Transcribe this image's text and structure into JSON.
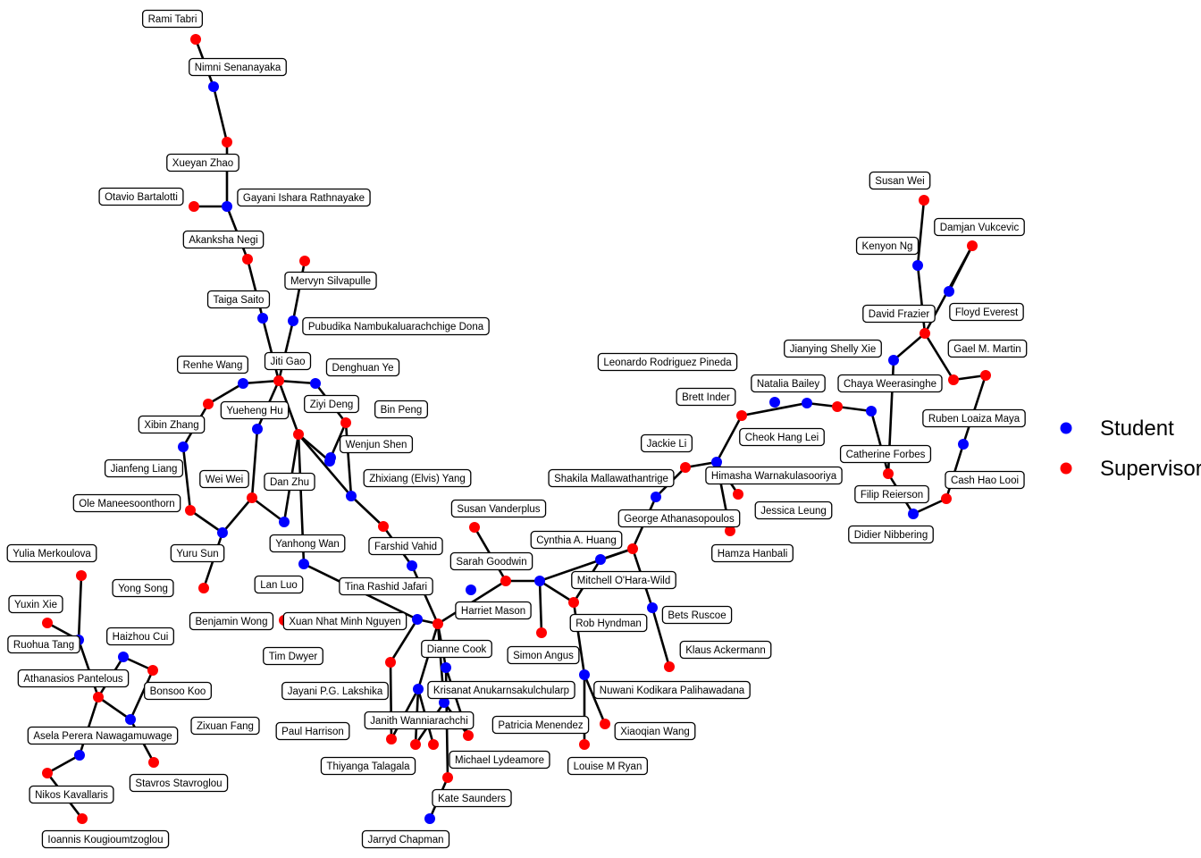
{
  "legend": {
    "student_label": "Student",
    "supervisor_label": "Supervisor",
    "colors": {
      "student": "#0000ff",
      "supervisor": "#ff0000"
    }
  },
  "nodes": [
    {
      "id": "rami",
      "name": "Rami Tabri",
      "role": "supervisor"
    },
    {
      "id": "nimni",
      "name": "Nimni Senanayaka",
      "role": "student"
    },
    {
      "id": "xueyan",
      "name": "Xueyan Zhao",
      "role": "supervisor"
    },
    {
      "id": "otavio",
      "name": "Otavio Bartalotti",
      "role": "supervisor"
    },
    {
      "id": "gayani",
      "name": "Gayani Ishara Rathnayake",
      "role": "student"
    },
    {
      "id": "akanksha",
      "name": "Akanksha Negi",
      "role": "supervisor"
    },
    {
      "id": "taiga",
      "name": "Taiga Saito",
      "role": "student"
    },
    {
      "id": "mervyn",
      "name": "Mervyn Silvapulle",
      "role": "supervisor"
    },
    {
      "id": "pubudika",
      "name": "Pubudika Nambukaluarachchige Dona",
      "role": "student"
    },
    {
      "id": "jiti",
      "name": "Jiti Gao",
      "role": "supervisor"
    },
    {
      "id": "renhe",
      "name": "Renhe Wang",
      "role": "student"
    },
    {
      "id": "denghuan",
      "name": "Denghuan Ye",
      "role": "student"
    },
    {
      "id": "xibin",
      "name": "Xibin Zhang",
      "role": "supervisor"
    },
    {
      "id": "yueheng",
      "name": "Yueheng Hu",
      "role": "student"
    },
    {
      "id": "ziyi",
      "name": "Ziyi Deng",
      "role": "student"
    },
    {
      "id": "binpeng",
      "name": "Bin Peng",
      "role": "supervisor"
    },
    {
      "id": "wenjun",
      "name": "Wenjun Shen",
      "role": "student"
    },
    {
      "id": "jianfeng",
      "name": "Jianfeng Liang",
      "role": "student"
    },
    {
      "id": "weiwei",
      "name": "Wei Wei",
      "role": "supervisor"
    },
    {
      "id": "danzhu",
      "name": "Dan Zhu",
      "role": "supervisor"
    },
    {
      "id": "zhixiang",
      "name": "Zhixiang (Elvis) Yang",
      "role": "student"
    },
    {
      "id": "ole",
      "name": "Ole Maneesoonthorn",
      "role": "supervisor"
    },
    {
      "id": "yanhong",
      "name": "Yanhong Wan",
      "role": "student"
    },
    {
      "id": "farshid",
      "name": "Farshid Vahid",
      "role": "supervisor"
    },
    {
      "id": "yurusun",
      "name": "Yuru Sun",
      "role": "student"
    },
    {
      "id": "yongsong",
      "name": "Yong Song",
      "role": "supervisor"
    },
    {
      "id": "lanluo",
      "name": "Lan Luo",
      "role": "student"
    },
    {
      "id": "tina",
      "name": "Tina Rashid Jafari",
      "role": "student"
    },
    {
      "id": "benjamin",
      "name": "Benjamin Wong",
      "role": "supervisor"
    },
    {
      "id": "xuannhat",
      "name": "Xuan Nhat Minh Nguyen",
      "role": "student"
    },
    {
      "id": "timdwyer",
      "name": "Tim Dwyer",
      "role": "supervisor"
    },
    {
      "id": "dianne",
      "name": "Dianne Cook",
      "role": "supervisor"
    },
    {
      "id": "jayani",
      "name": "Jayani P.G. Lakshika",
      "role": "student"
    },
    {
      "id": "krisanat",
      "name": "Krisanat Anukarnsakulchularp",
      "role": "student"
    },
    {
      "id": "janith",
      "name": "Janith Wanniarachchi",
      "role": "student"
    },
    {
      "id": "paulh",
      "name": "Paul Harrison",
      "role": "supervisor"
    },
    {
      "id": "patricia",
      "name": "Patricia Menendez",
      "role": "supervisor"
    },
    {
      "id": "thiyanga",
      "name": "Thiyanga Talagala",
      "role": "supervisor"
    },
    {
      "id": "michaell",
      "name": "Michael Lydeamore",
      "role": "supervisor"
    },
    {
      "id": "kate",
      "name": "Kate Saunders",
      "role": "supervisor"
    },
    {
      "id": "jarryd",
      "name": "Jarryd Chapman",
      "role": "student"
    },
    {
      "id": "susanv",
      "name": "Susan Vanderplus",
      "role": "supervisor"
    },
    {
      "id": "sarahg",
      "name": "Sarah Goodwin",
      "role": "supervisor"
    },
    {
      "id": "harriet",
      "name": "Harriet Mason",
      "role": "student"
    },
    {
      "id": "cynthia",
      "name": "Cynthia A. Huang",
      "role": "student"
    },
    {
      "id": "simon",
      "name": "Simon Angus",
      "role": "supervisor"
    },
    {
      "id": "mitchell",
      "name": "Mitchell O'Hara-Wild",
      "role": "student"
    },
    {
      "id": "robh",
      "name": "Rob Hyndman",
      "role": "supervisor"
    },
    {
      "id": "nuwani",
      "name": "Nuwani Kodikara Palihawadana",
      "role": "student"
    },
    {
      "id": "xiaoqian",
      "name": "Xiaoqian Wang",
      "role": "supervisor"
    },
    {
      "id": "louise",
      "name": "Louise M Ryan",
      "role": "supervisor"
    },
    {
      "id": "george",
      "name": "George Athanasopoulos",
      "role": "supervisor"
    },
    {
      "id": "shakila",
      "name": "Shakila Mallawathantrige",
      "role": "student"
    },
    {
      "id": "bets",
      "name": "Bets Ruscoe",
      "role": "student"
    },
    {
      "id": "klaus",
      "name": "Klaus Ackermann",
      "role": "supervisor"
    },
    {
      "id": "jackie",
      "name": "Jackie Li",
      "role": "supervisor"
    },
    {
      "id": "himasha",
      "name": "Himasha Warnakulasooriya",
      "role": "student"
    },
    {
      "id": "jessica",
      "name": "Jessica Leung",
      "role": "supervisor"
    },
    {
      "id": "hamza",
      "name": "Hamza Hanbali",
      "role": "supervisor"
    },
    {
      "id": "brett",
      "name": "Brett Inder",
      "role": "supervisor"
    },
    {
      "id": "leonardo",
      "name": "Leonardo Rodriguez Pineda",
      "role": "student"
    },
    {
      "id": "natalia",
      "name": "Natalia Bailey",
      "role": "student"
    },
    {
      "id": "cheok",
      "name": "Cheok Hang Lei",
      "role": "supervisor"
    },
    {
      "id": "chaya",
      "name": "Chaya Weerasinghe",
      "role": "student"
    },
    {
      "id": "jianying",
      "name": "Jianying Shelly Xie",
      "role": "student"
    },
    {
      "id": "catherine",
      "name": "Catherine Forbes",
      "role": "supervisor"
    },
    {
      "id": "filip",
      "name": "Filip Reierson",
      "role": "student"
    },
    {
      "id": "didier",
      "name": "Didier Nibbering",
      "role": "supervisor"
    },
    {
      "id": "davidf",
      "name": "David Frazier",
      "role": "supervisor"
    },
    {
      "id": "kenyon",
      "name": "Kenyon Ng",
      "role": "student"
    },
    {
      "id": "susanw",
      "name": "Susan Wei",
      "role": "supervisor"
    },
    {
      "id": "damjan",
      "name": "Damjan Vukcevic",
      "role": "supervisor"
    },
    {
      "id": "floyd",
      "name": "Floyd Everest",
      "role": "student"
    },
    {
      "id": "gael",
      "name": "Gael M. Martin",
      "role": "supervisor"
    },
    {
      "id": "ruben",
      "name": "Ruben Loaiza Maya",
      "role": "supervisor"
    },
    {
      "id": "cash",
      "name": "Cash Hao Looi",
      "role": "student"
    },
    {
      "id": "yulia",
      "name": "Yulia Merkoulova",
      "role": "supervisor"
    },
    {
      "id": "yuxin",
      "name": "Yuxin Xie",
      "role": "supervisor"
    },
    {
      "id": "ruohua",
      "name": "Ruohua Tang",
      "role": "student"
    },
    {
      "id": "haizhou",
      "name": "Haizhou Cui",
      "role": "student"
    },
    {
      "id": "bonsoo",
      "name": "Bonsoo Koo",
      "role": "supervisor"
    },
    {
      "id": "athanasios",
      "name": "Athanasios Pantelous",
      "role": "supervisor"
    },
    {
      "id": "zixuan",
      "name": "Zixuan Fang",
      "role": "student"
    },
    {
      "id": "asela",
      "name": "Asela Perera Nawagamuwage",
      "role": "student"
    },
    {
      "id": "stavros",
      "name": "Stavros Stavroglou",
      "role": "supervisor"
    },
    {
      "id": "nikos",
      "name": "Nikos Kavallaris",
      "role": "supervisor"
    },
    {
      "id": "ioannis",
      "name": "Ioannis Kougioumtzoglou",
      "role": "supervisor"
    }
  ],
  "edges": [
    [
      "rami",
      "nimni"
    ],
    [
      "nimni",
      "xueyan"
    ],
    [
      "xueyan",
      "gayani"
    ],
    [
      "otavio",
      "gayani"
    ],
    [
      "gayani",
      "akanksha"
    ],
    [
      "akanksha",
      "taiga"
    ],
    [
      "taiga",
      "jiti"
    ],
    [
      "mervyn",
      "pubudika"
    ],
    [
      "pubudika",
      "jiti"
    ],
    [
      "jiti",
      "renhe"
    ],
    [
      "renhe",
      "xibin"
    ],
    [
      "jiti",
      "denghuan"
    ],
    [
      "jiti",
      "danzhu"
    ],
    [
      "jiti",
      "yueheng"
    ],
    [
      "yueheng",
      "weiwei"
    ],
    [
      "xibin",
      "jianfeng"
    ],
    [
      "jianfeng",
      "ole"
    ],
    [
      "ole",
      "yurusun"
    ],
    [
      "yurusun",
      "weiwei"
    ],
    [
      "yurusun",
      "yongsong"
    ],
    [
      "weiwei",
      "yanhong"
    ],
    [
      "yanhong",
      "danzhu"
    ],
    [
      "denghuan",
      "binpeng"
    ],
    [
      "binpeng",
      "ziyi"
    ],
    [
      "ziyi",
      "wenjun"
    ],
    [
      "wenjun",
      "danzhu"
    ],
    [
      "danzhu",
      "zhixiang"
    ],
    [
      "binpeng",
      "zhixiang"
    ],
    [
      "danzhu",
      "lanluo"
    ],
    [
      "lanluo",
      "xuannhat"
    ],
    [
      "zhixiang",
      "farshid"
    ],
    [
      "farshid",
      "tina"
    ],
    [
      "tina",
      "dianne"
    ],
    [
      "dianne",
      "xuannhat"
    ],
    [
      "xuannhat",
      "timdwyer"
    ],
    [
      "timdwyer",
      "paulh"
    ],
    [
      "dianne",
      "sarahg"
    ],
    [
      "sarahg",
      "susanv"
    ],
    [
      "sarahg",
      "cynthia"
    ],
    [
      "cynthia",
      "simon"
    ],
    [
      "cynthia",
      "robh"
    ],
    [
      "cynthia",
      "george"
    ],
    [
      "dianne",
      "krisanat"
    ],
    [
      "dianne",
      "jayani"
    ],
    [
      "dianne",
      "janith"
    ],
    [
      "jayani",
      "thiyanga"
    ],
    [
      "jayani",
      "michaell"
    ],
    [
      "jayani",
      "paulh"
    ],
    [
      "krisanat",
      "patricia"
    ],
    [
      "krisanat",
      "kate"
    ],
    [
      "kate",
      "jarryd"
    ],
    [
      "janith",
      "thiyanga"
    ],
    [
      "janith",
      "patricia"
    ],
    [
      "robh",
      "mitchell"
    ],
    [
      "robh",
      "nuwani"
    ],
    [
      "nuwani",
      "xiaoqian"
    ],
    [
      "nuwani",
      "louise"
    ],
    [
      "mitchell",
      "george"
    ],
    [
      "george",
      "shakila"
    ],
    [
      "george",
      "bets"
    ],
    [
      "bets",
      "klaus"
    ],
    [
      "shakila",
      "jackie"
    ],
    [
      "jackie",
      "himasha"
    ],
    [
      "himasha",
      "jessica"
    ],
    [
      "himasha",
      "hamza"
    ],
    [
      "himasha",
      "brett"
    ],
    [
      "brett",
      "natalia"
    ],
    [
      "natalia",
      "cheok"
    ],
    [
      "cheok",
      "chaya"
    ],
    [
      "chaya",
      "catherine"
    ],
    [
      "catherine",
      "filip"
    ],
    [
      "filip",
      "didier"
    ],
    [
      "catherine",
      "jianying"
    ],
    [
      "jianying",
      "davidf"
    ],
    [
      "davidf",
      "kenyon"
    ],
    [
      "kenyon",
      "susanw"
    ],
    [
      "davidf",
      "damjan"
    ],
    [
      "damjan",
      "floyd"
    ],
    [
      "davidf",
      "gael"
    ],
    [
      "gael",
      "ruben"
    ],
    [
      "ruben",
      "cash"
    ],
    [
      "cash",
      "didier"
    ],
    [
      "yulia",
      "ruohua"
    ],
    [
      "ruohua",
      "athanasios"
    ],
    [
      "yuxin",
      "ruohua"
    ],
    [
      "athanasios",
      "haizhou"
    ],
    [
      "athanasios",
      "zixuan"
    ],
    [
      "haizhou",
      "bonsoo"
    ],
    [
      "bonsoo",
      "zixuan"
    ],
    [
      "zixuan",
      "stavros"
    ],
    [
      "athanasios",
      "asela"
    ],
    [
      "asela",
      "nikos"
    ],
    [
      "nikos",
      "ioannis"
    ]
  ]
}
